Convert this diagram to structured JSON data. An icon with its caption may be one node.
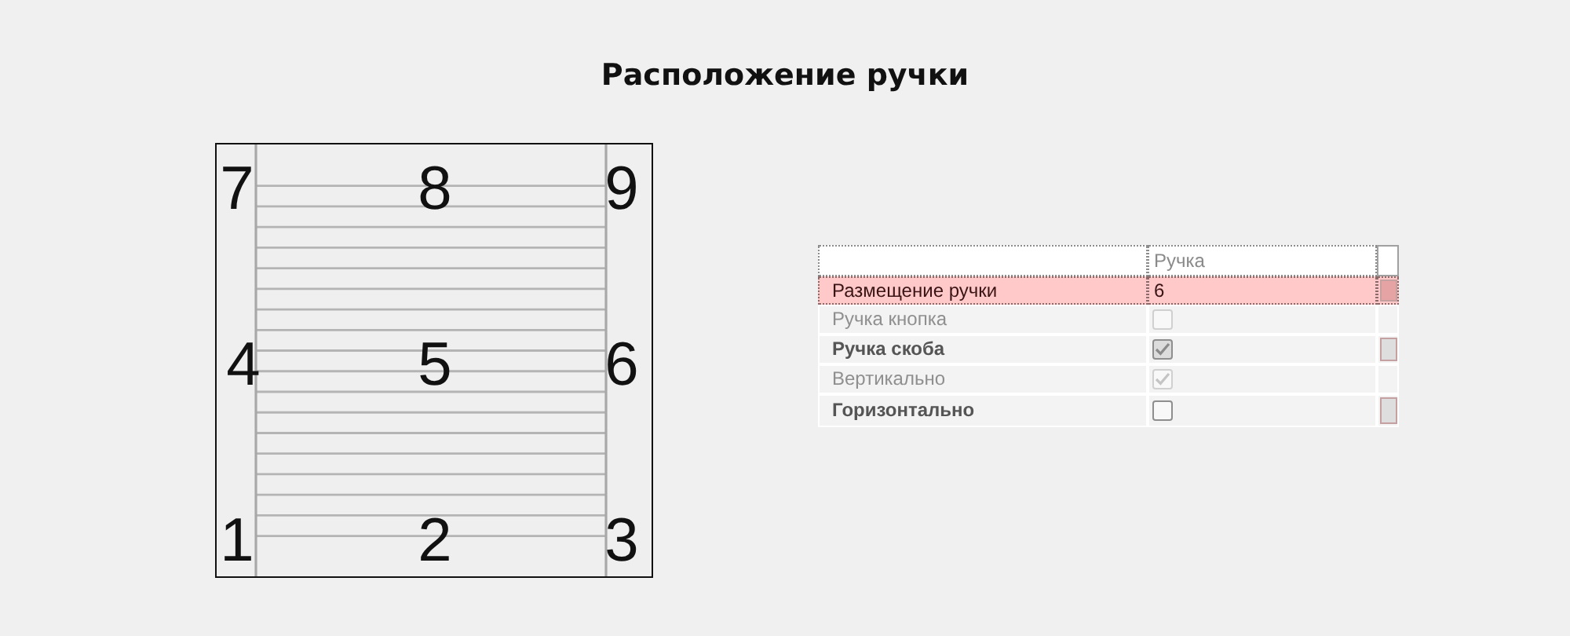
{
  "diagram": {
    "title": "Расположение ручки",
    "labels": [
      "7",
      "8",
      "9",
      "4",
      "5",
      "6",
      "1",
      "2",
      "3",
      "Ручка",
      "Размещение ручки",
      "6",
      "Ручка кнопка",
      "Ручка скоба",
      "Вертикально",
      "Горизонтально"
    ]
  }
}
